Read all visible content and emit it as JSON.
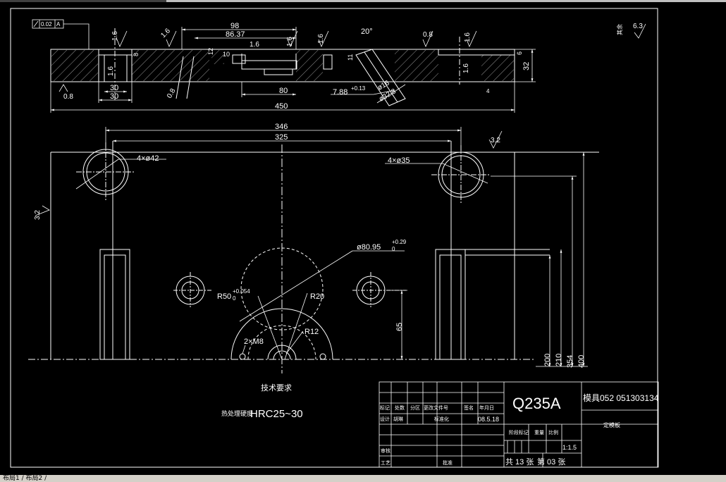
{
  "colors": {
    "background": "#000000",
    "line": "#ffffff",
    "dimension": "#ffffff",
    "hatch": "#c8c8c8"
  },
  "tolerance_frame": {
    "value": "0.02",
    "datum": "A"
  },
  "section_view": {
    "dims": {
      "d98": "98",
      "d86": "86.37",
      "d80": "80",
      "d450": "450",
      "d30a": "30",
      "d30b": "30",
      "d32": "32",
      "d788": "7.88",
      "d788_tol": "+0.13",
      "dphi16": "ø16",
      "dphi328": "ø32.8",
      "d20": "20°",
      "d10": "10",
      "d12": "12",
      "d8": "8",
      "d6": "6",
      "d11": "11",
      "d4": "4"
    },
    "roughness": [
      "1.6",
      "1.6",
      "1.6",
      "1.6",
      "1.6",
      "1.6",
      "1.6",
      "1.6",
      "0.8",
      "0.8",
      "0.8",
      "6.3"
    ],
    "corner_mark": "其余",
    "corner_value": "6.3"
  },
  "plan_view": {
    "d346": "346",
    "d325": "325",
    "holes_left": "4×ø42",
    "holes_right": "4×ø35",
    "roughness_right": "3.2",
    "roughness_left": "3.2",
    "center_hole": "ø80.95",
    "center_hole_tol_upper": "+0.29",
    "center_hole_tol_lower": "0",
    "r50": "R50",
    "r50_tol_upper": "+0.054",
    "r50_tol_lower": "0",
    "r20": "R20",
    "r12": "R12",
    "m8": "2×M8",
    "d65": "65",
    "d200": "200",
    "d210": "210",
    "d354": "354",
    "d400": "400"
  },
  "tech_requirements": {
    "title": "技术要求",
    "item_label": "热处理硬度",
    "item_value": "HRC25~30"
  },
  "title_block": {
    "material": "Q235A",
    "drawing_no": "模具052   051303134",
    "part_name": "定模板",
    "headers": [
      "标记",
      "处数",
      "分区",
      "更改文件号",
      "签名",
      "年月日"
    ],
    "design_label": "设计",
    "designer": "胡琳",
    "standard_label": "标准化",
    "date": "08.5.18",
    "stage_label": "阶段标记",
    "weight_label": "重量",
    "scale_label": "比例",
    "scale": "1:1.5",
    "review_label": "审核",
    "craft_label": "工艺",
    "approve_label": "批准",
    "sheets_total": "共 13 张",
    "sheet_no": "第 03 张"
  },
  "status": {
    "layouts": "布局1 / 布局2 /"
  }
}
